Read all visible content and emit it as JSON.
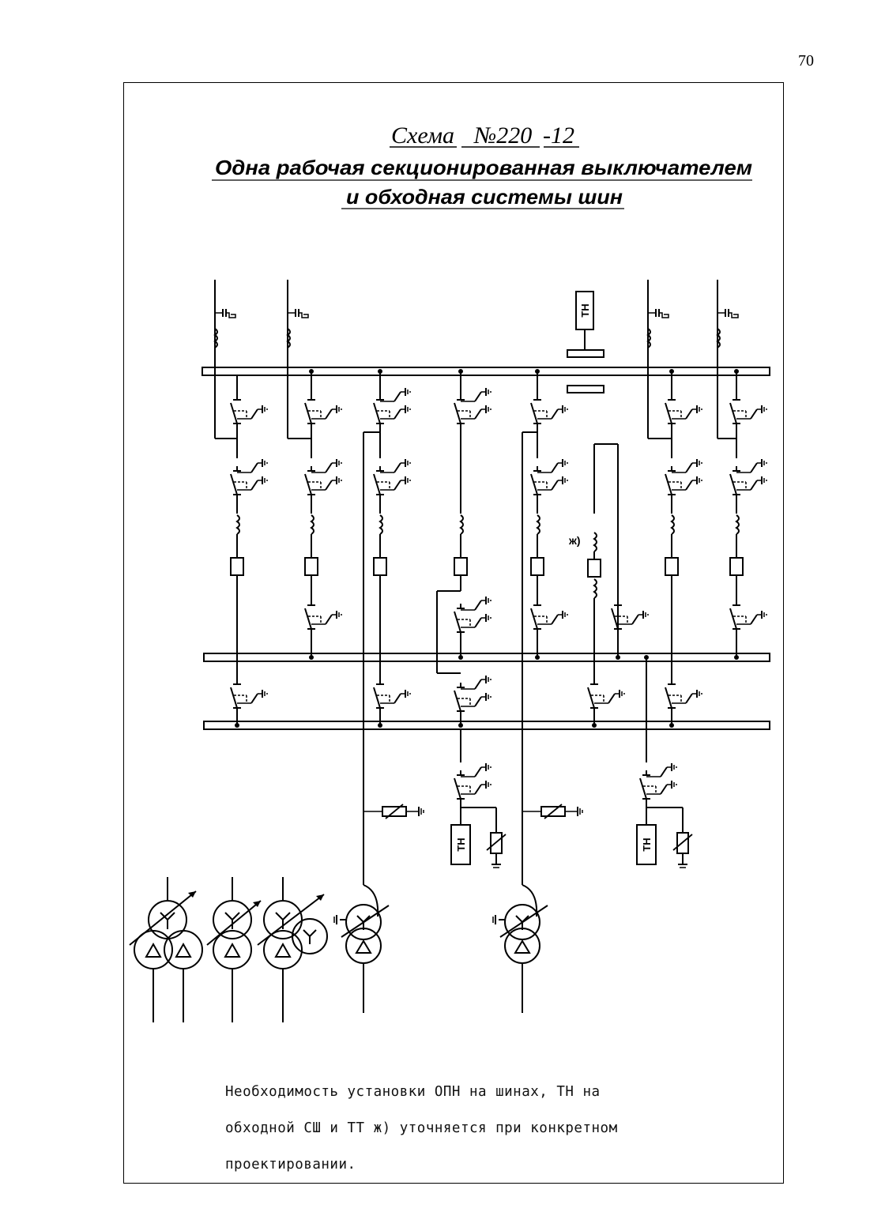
{
  "page_number": "70",
  "title": {
    "scheme_word": "Схема",
    "scheme_number": "№220",
    "scheme_suffix": "-12",
    "line1": "Одна рабочая секционированная выключателем",
    "line2": "и обходная системы шин"
  },
  "labels": {
    "vt": "ТН",
    "ct_note_mark": "ж)"
  },
  "note": {
    "line1": "Необходимость установки ОПН  на шинах, ТН на",
    "line2": "обходной СШ и ТТ ж) уточняется при конкретном",
    "line3": "проектировании."
  }
}
